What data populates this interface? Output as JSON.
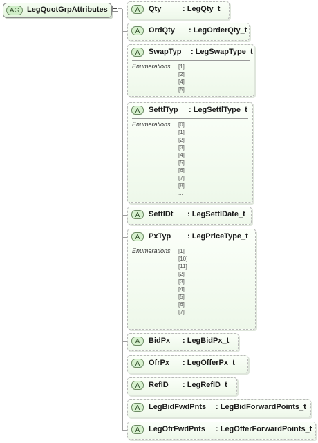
{
  "root": {
    "badge": "AG",
    "label": "LegQuotGrpAttributes"
  },
  "enumerations_label": "Enumerations",
  "attribute_badge": "A",
  "attributes": [
    {
      "name": "Qty",
      "type": ": LegQty_t",
      "values": []
    },
    {
      "name": "OrdQty",
      "type": ": LegOrderQty_t",
      "values": []
    },
    {
      "name": "SwapTyp",
      "type": ": LegSwapType_t",
      "values": [
        "[1]",
        "[2]",
        "[4]",
        "[5]"
      ]
    },
    {
      "name": "SettlTyp",
      "type": ": LegSettlType_t",
      "values": [
        "[0]",
        "[1]",
        "[2]",
        "[3]",
        "[4]",
        "[5]",
        "[6]",
        "[7]",
        "[8]",
        "..."
      ]
    },
    {
      "name": "SettlDt",
      "type": ": LegSettlDate_t",
      "values": []
    },
    {
      "name": "PxTyp",
      "type": ": LegPriceType_t",
      "values": [
        "[1]",
        "[10]",
        "[11]",
        "[2]",
        "[3]",
        "[4]",
        "[5]",
        "[6]",
        "[7]",
        "..."
      ]
    },
    {
      "name": "BidPx",
      "type": ": LegBidPx_t",
      "values": []
    },
    {
      "name": "OfrPx",
      "type": ": LegOfferPx_t",
      "values": []
    },
    {
      "name": "RefID",
      "type": ": LegRefID_t",
      "values": []
    },
    {
      "name": "LegBidFwdPnts",
      "type": ": LegBidForwardPoints_t",
      "values": []
    },
    {
      "name": "LegOfrFwdPnts",
      "type": ": LegOfferForwardPoints_t",
      "values": []
    }
  ]
}
